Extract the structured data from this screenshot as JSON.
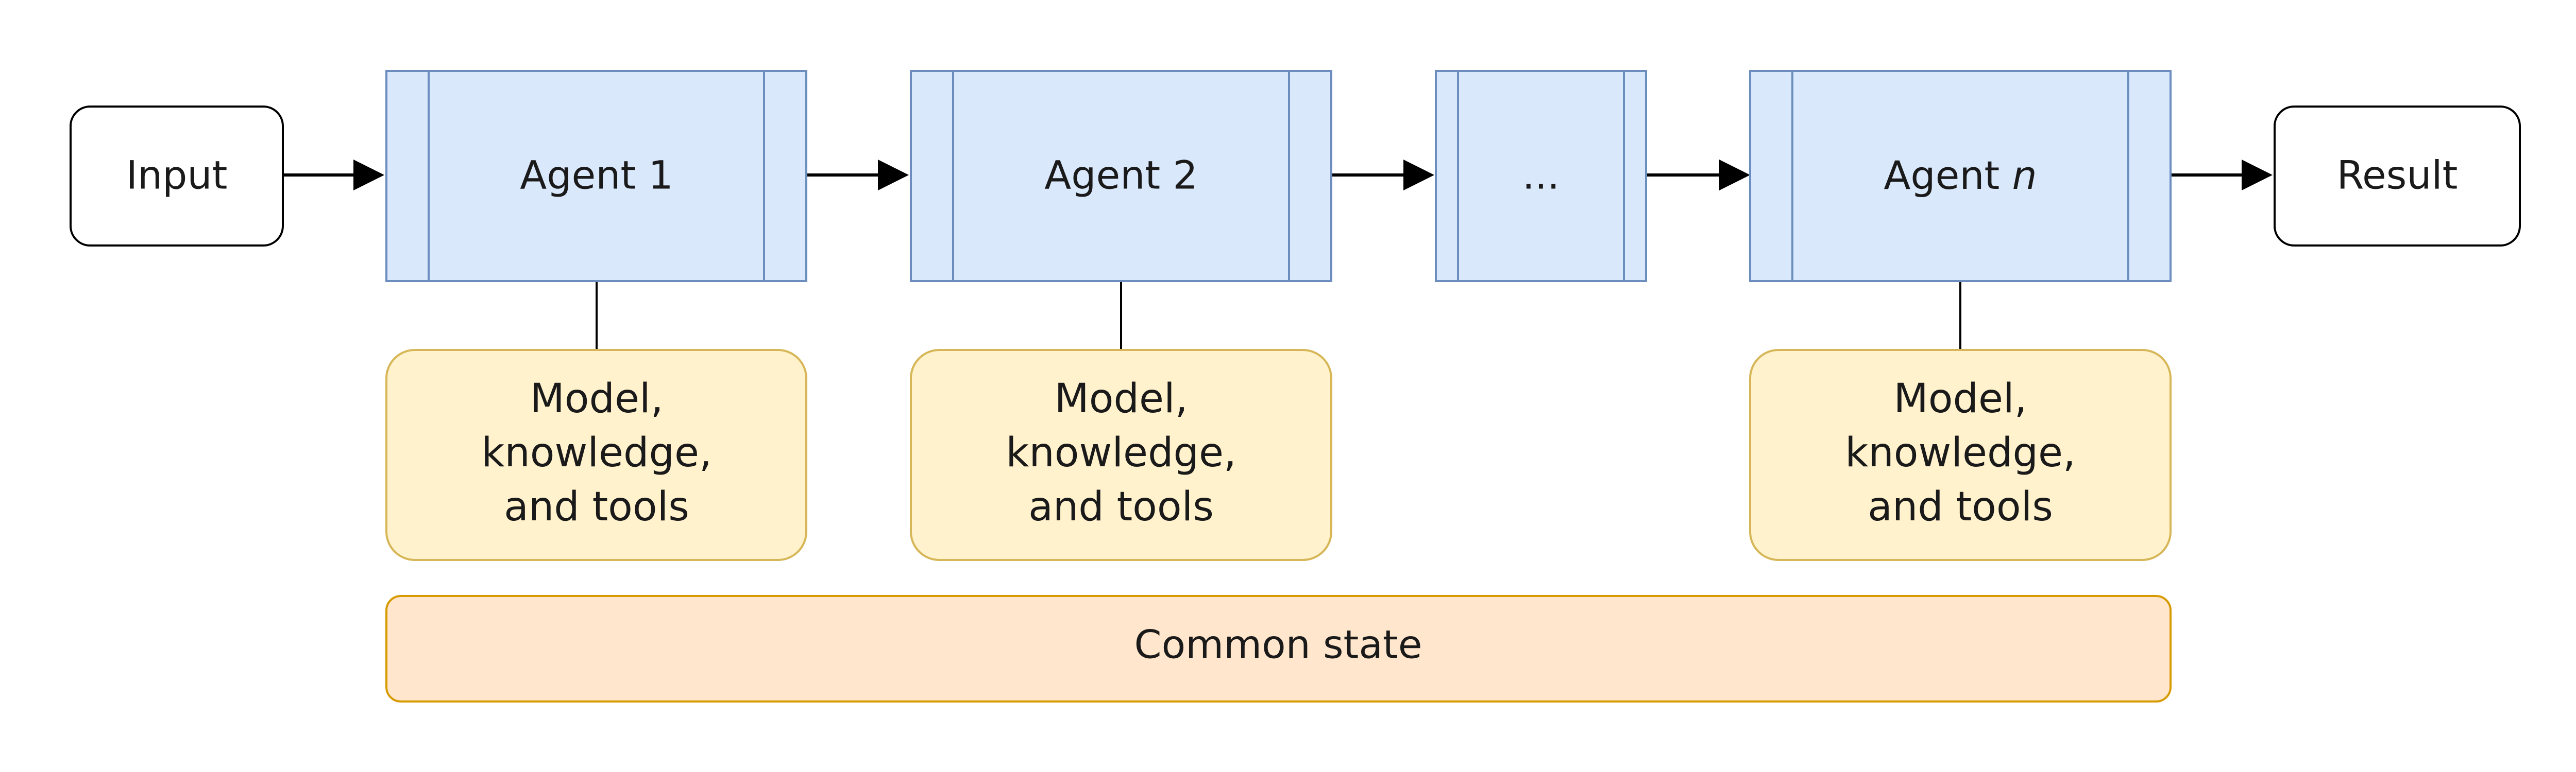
{
  "diagram": {
    "input": {
      "label": "Input"
    },
    "result": {
      "label": "Result"
    },
    "agents": [
      {
        "label": "Agent 1",
        "index_suffix": ""
      },
      {
        "label": "Agent 2",
        "index_suffix": ""
      },
      {
        "label": "...",
        "index_suffix": ""
      },
      {
        "label": "Agent ",
        "index_suffix": "n"
      }
    ],
    "resources": [
      {
        "line1": "Model,",
        "line2": "knowledge,",
        "line3": "and tools"
      },
      {
        "line1": "Model,",
        "line2": "knowledge,",
        "line3": "and tools"
      },
      {
        "line1": "Model,",
        "line2": "knowledge,",
        "line3": "and tools"
      }
    ],
    "common_state": {
      "label": "Common state"
    }
  },
  "colors": {
    "agent_fill": "#dae8fc",
    "agent_stroke": "#6c8ebf",
    "resource_fill": "#fff2cc",
    "resource_stroke": "#d6b656",
    "state_fill": "#ffe6cc",
    "state_stroke": "#d79b00",
    "terminal_fill": "#ffffff",
    "terminal_stroke": "#000000",
    "connector": "#000000"
  }
}
